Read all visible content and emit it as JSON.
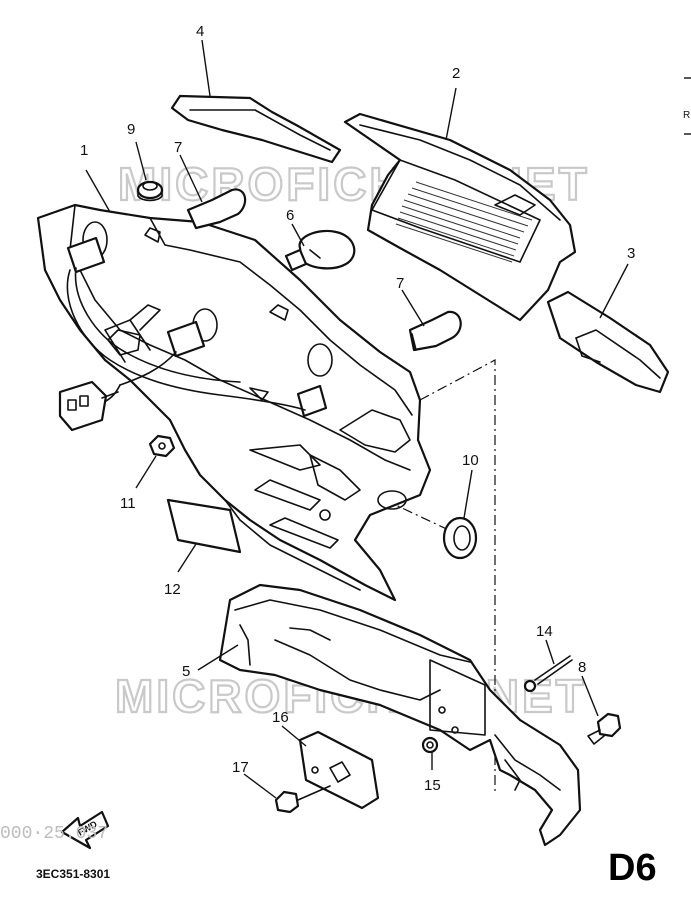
{
  "watermark": "MICROFICHES.NET",
  "page_code": "D6",
  "diagram_code": "3EC351-8301",
  "stamp": "000·25.037",
  "fwd_label": "FWD",
  "edge_mark": "R",
  "callouts": [
    {
      "id": "c1",
      "label": "1"
    },
    {
      "id": "c2",
      "label": "2"
    },
    {
      "id": "c3",
      "label": "3"
    },
    {
      "id": "c4",
      "label": "4"
    },
    {
      "id": "c5",
      "label": "5"
    },
    {
      "id": "c6",
      "label": "6"
    },
    {
      "id": "c7a",
      "label": "7"
    },
    {
      "id": "c7b",
      "label": "7"
    },
    {
      "id": "c8",
      "label": "8"
    },
    {
      "id": "c9",
      "label": "9"
    },
    {
      "id": "c10",
      "label": "10"
    },
    {
      "id": "c11",
      "label": "11"
    },
    {
      "id": "c12",
      "label": "12"
    },
    {
      "id": "c14",
      "label": "14"
    },
    {
      "id": "c15",
      "label": "15"
    },
    {
      "id": "c16",
      "label": "16"
    },
    {
      "id": "c17",
      "label": "17"
    }
  ]
}
